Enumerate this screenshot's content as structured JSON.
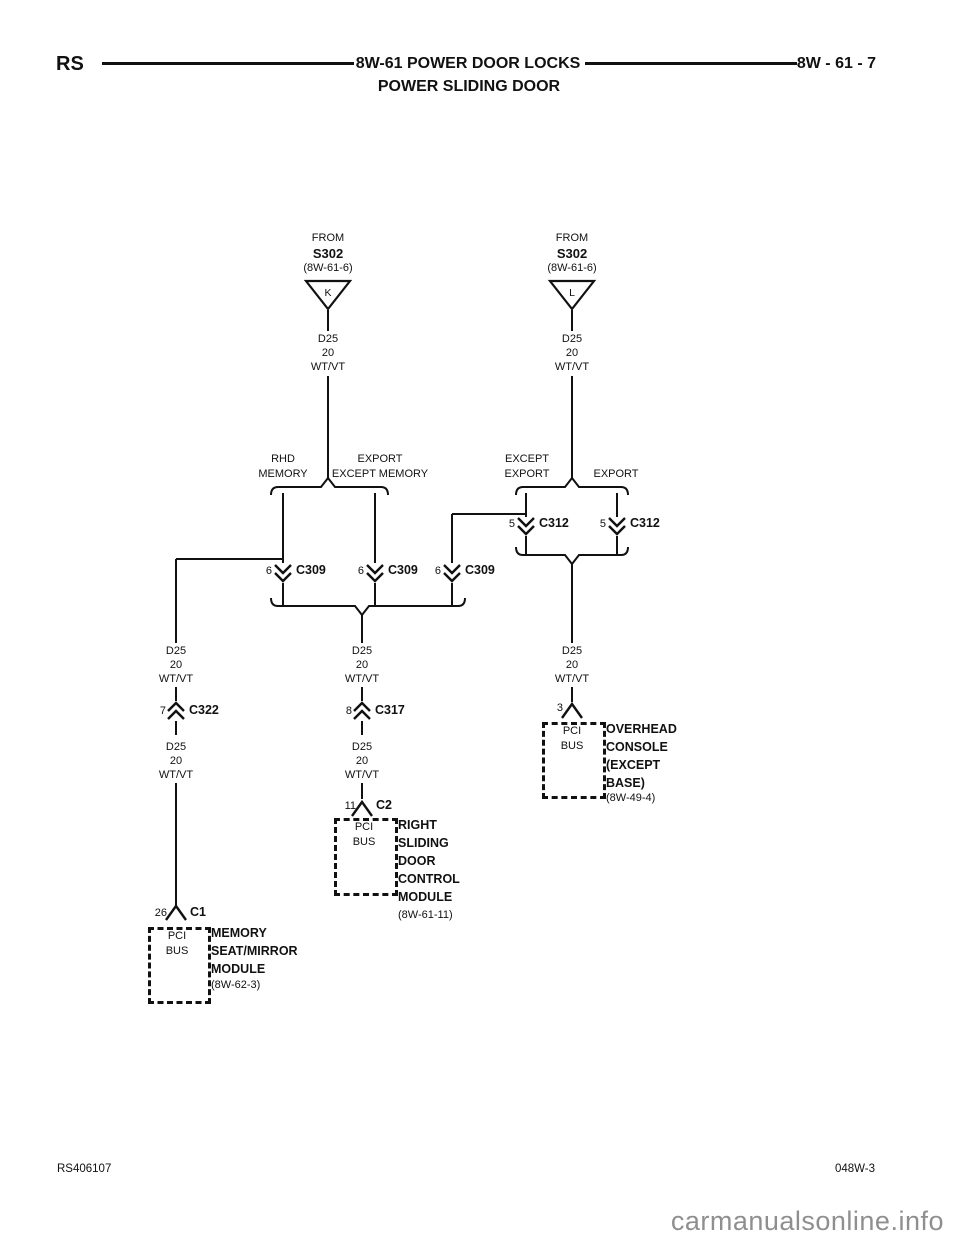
{
  "header": {
    "model_code": "RS",
    "section_title": "8W-61 POWER DOOR LOCKS",
    "section_subtitle": "POWER SLIDING DOOR",
    "page_number": "8W - 61 - 7"
  },
  "footer": {
    "drawing_number": "RS406107",
    "sheet_code": "048W-3",
    "watermark": "carmanualsonline.info"
  },
  "diagram": {
    "wire": {
      "circuit": "D25",
      "gauge": "20",
      "color": "WT/VT"
    },
    "sources": {
      "left": {
        "prefix": "FROM",
        "splice": "S302",
        "ref": "(8W-61-6)",
        "terminal": "K"
      },
      "right": {
        "prefix": "FROM",
        "splice": "S302",
        "ref": "(8W-61-6)",
        "terminal": "L"
      }
    },
    "branches": {
      "rhd_memory": [
        "RHD",
        "MEMORY"
      ],
      "export_except_memory": [
        "EXPORT",
        "EXCEPT MEMORY"
      ],
      "except_export": [
        "EXCEPT",
        "EXPORT"
      ],
      "export": [
        "EXPORT"
      ]
    },
    "connectors": {
      "c309": {
        "pin": "6",
        "name": "C309"
      },
      "c312": {
        "pin": "5",
        "name": "C312"
      },
      "c322": {
        "pin": "7",
        "name": "C322"
      },
      "c317": {
        "pin": "8",
        "name": "C317"
      },
      "c1": {
        "pin": "26",
        "name": "C1"
      },
      "c2": {
        "pin": "11",
        "name": "C2"
      },
      "c3": {
        "pin": "3"
      }
    },
    "modules": {
      "memory_seat_mirror": {
        "bus": [
          "PCI",
          "BUS"
        ],
        "name": [
          "MEMORY",
          "SEAT/MIRROR",
          "MODULE"
        ],
        "ref": "(8W-62-3)"
      },
      "right_sliding_door": {
        "bus": [
          "PCI",
          "BUS"
        ],
        "name": [
          "RIGHT",
          "SLIDING",
          "DOOR",
          "CONTROL",
          "MODULE"
        ],
        "ref": "(8W-61-11)"
      },
      "overhead_console": {
        "bus": [
          "PCI",
          "BUS"
        ],
        "name": [
          "OVERHEAD",
          "CONSOLE",
          "(EXCEPT",
          "BASE)"
        ],
        "ref": "(8W-49-4)"
      }
    },
    "colors": {
      "ink": "#111111",
      "watermark": "#8f8f8f"
    }
  }
}
